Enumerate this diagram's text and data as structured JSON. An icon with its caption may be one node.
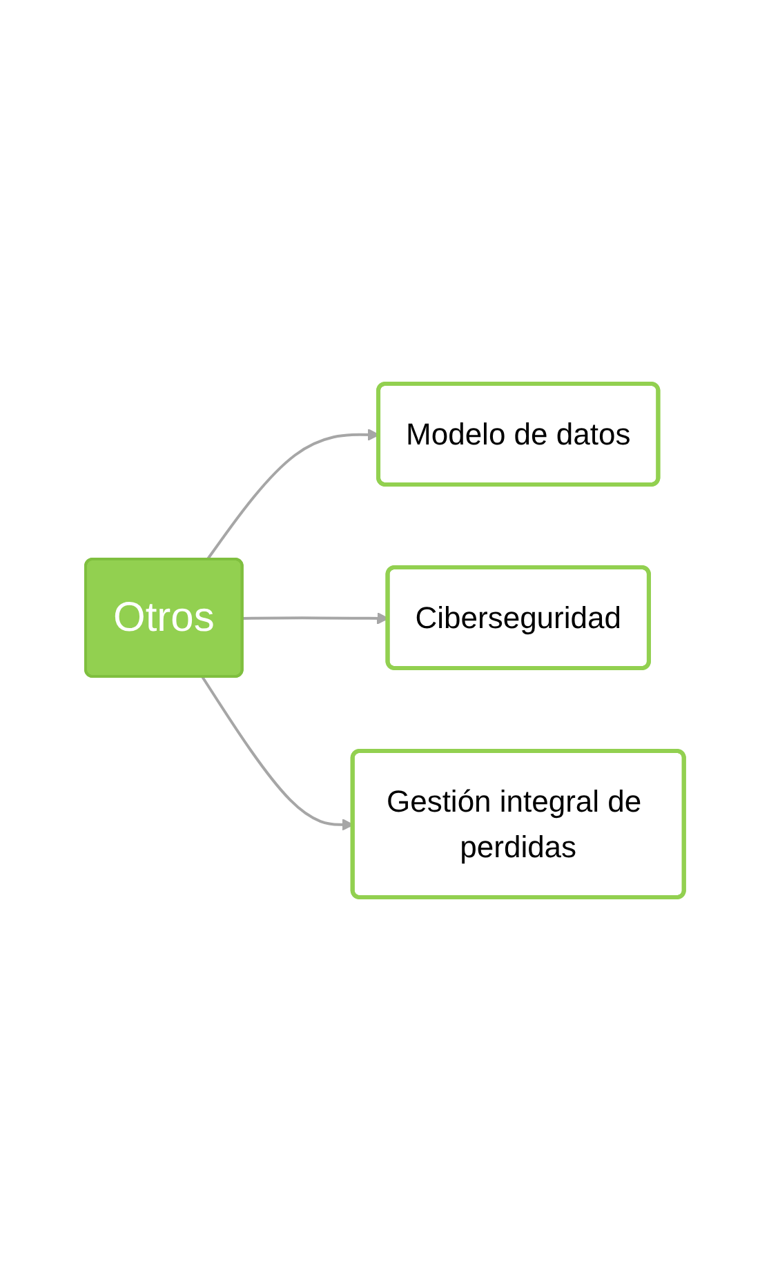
{
  "diagram": {
    "nodes": [
      {
        "text": [
          "Otros"
        ]
      },
      {
        "text": [
          "Modelo de datos"
        ]
      },
      {
        "text": [
          "Ciberseguridad"
        ]
      },
      {
        "text": [
          "Gestión integral de perdidas"
        ]
      }
    ],
    "edges": [
      {
        "from": 0,
        "to": 1,
        "arrow": "to",
        "color": "#a6a6a6"
      },
      {
        "from": 0,
        "to": 2,
        "arrow": "to",
        "color": "#a6a6a6"
      },
      {
        "from": 0,
        "to": 3,
        "arrow": "to",
        "color": "#a6a6a6"
      }
    ]
  }
}
